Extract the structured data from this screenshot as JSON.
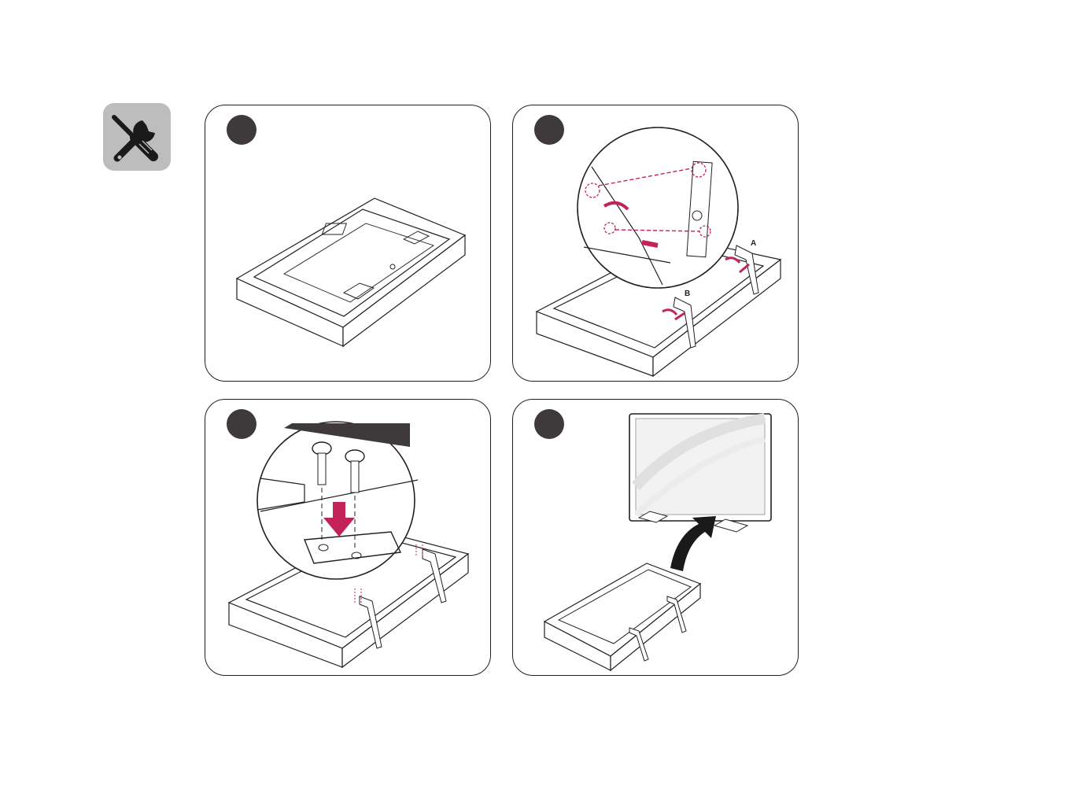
{
  "icon": "tools-icon",
  "colors": {
    "accent": "#c4235a",
    "outline": "#231f20",
    "badge": "#bdbdbd",
    "step_marker": "#3e3a3b"
  },
  "panels": [
    {
      "name": "step-1-panel",
      "content": "tv-face-down-on-cushion"
    },
    {
      "name": "step-2-panel",
      "content": "attach-stands"
    },
    {
      "name": "step-3-panel",
      "content": "insert-screws"
    },
    {
      "name": "step-4-panel",
      "content": "lift-tv-upright"
    }
  ],
  "labels": {
    "stand_a": "A",
    "stand_b": "B"
  }
}
